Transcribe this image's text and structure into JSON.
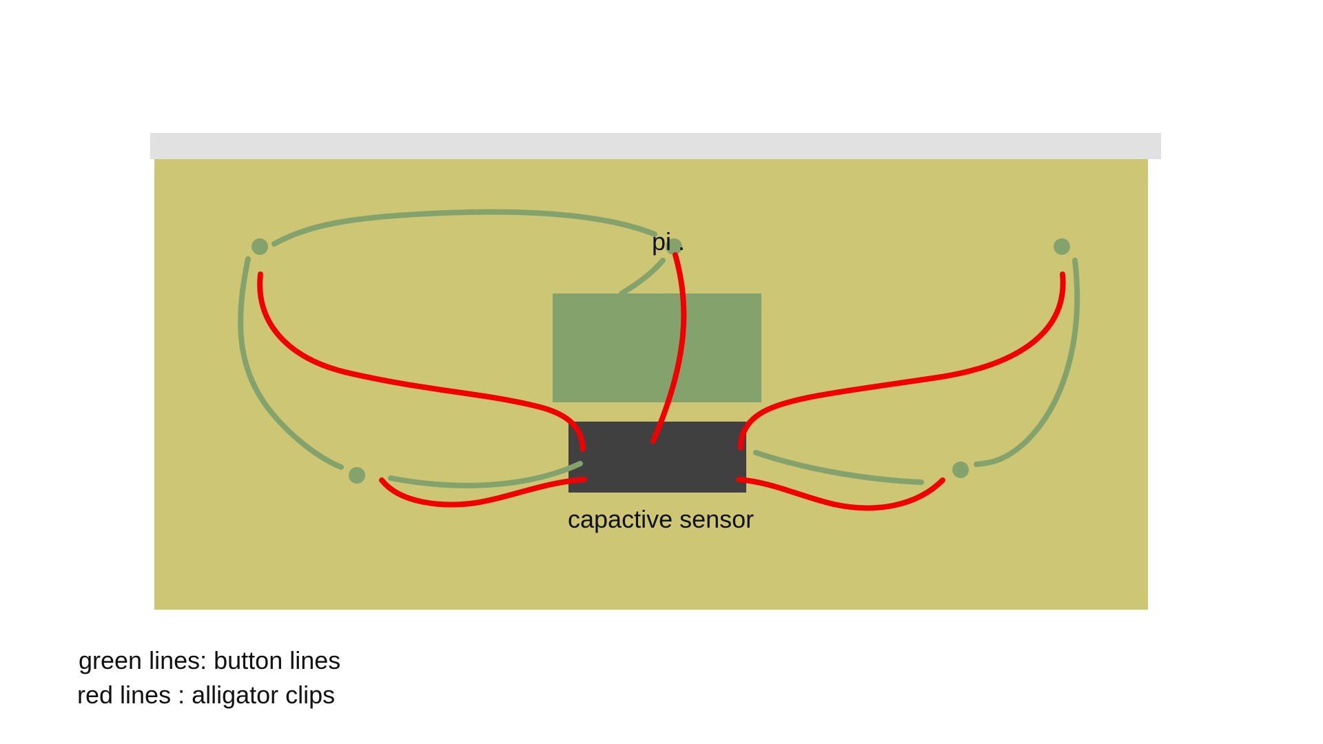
{
  "colors": {
    "background": "#ffffff",
    "board_bar": "#e1e1e1",
    "board": "#cdc674",
    "pi_box": "#84a36c",
    "sensor_box": "#404040",
    "green_line": "#84a36c",
    "red_line": "#f00000",
    "text": "#111111"
  },
  "labels": {
    "pi": "pi .",
    "sensor": "capactive sensor"
  },
  "legend": {
    "green": "green lines: button lines",
    "red": "red lines : alligator clips"
  },
  "icons": {
    "button_dot": "button-dot-icon"
  }
}
